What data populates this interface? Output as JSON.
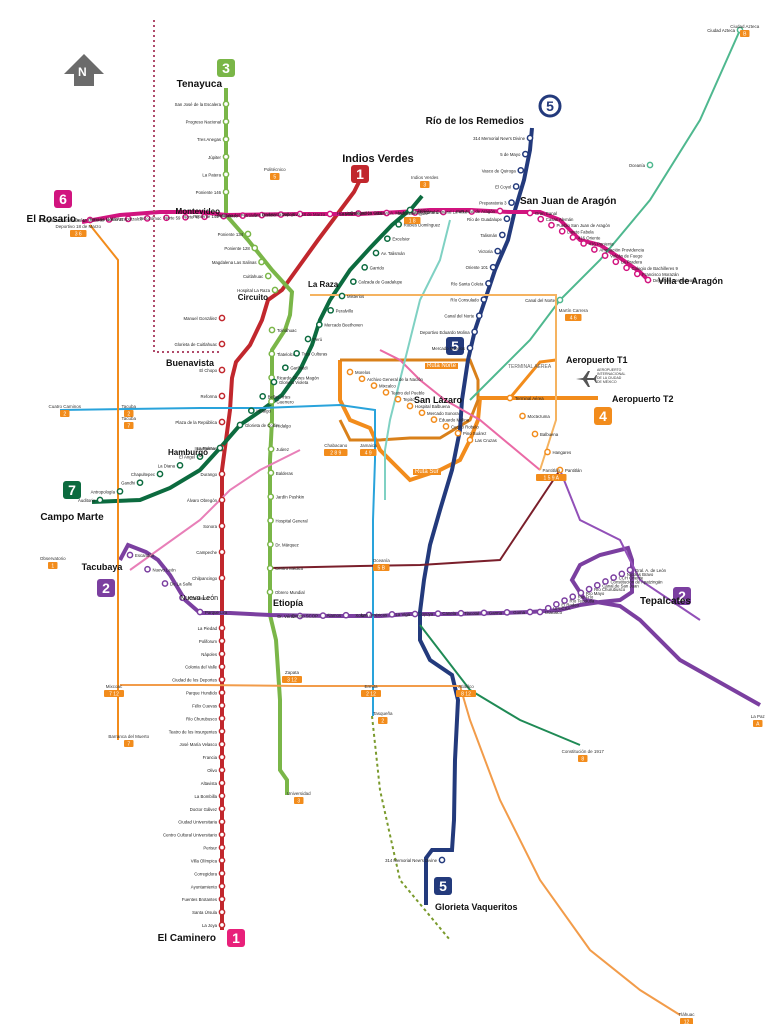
{
  "north_label": "N",
  "lines": [
    {
      "badge": "1",
      "color": "#e8207a"
    },
    {
      "badge": "2",
      "color": "#7b3fa0"
    },
    {
      "badge": "3",
      "color": "#7ab648"
    },
    {
      "badge": "4",
      "color": "#f28c1c"
    },
    {
      "badge": "5",
      "color": "#233a7c"
    },
    {
      "badge": "6",
      "color": "#d1147f"
    },
    {
      "badge": "7",
      "color": "#0c6b3f"
    },
    {
      "badge": "1",
      "color": "#c1272d"
    }
  ],
  "terminals": {
    "tenayuca": "Tenayuca",
    "rio_remedios": "Río de los Remedios",
    "el_rosario": "El Rosario",
    "indios_verdes": "Indios Verdes",
    "san_juan_aragon": "San Juan de Aragón",
    "villa_aragon": "Villa de Aragón",
    "campo_marte": "Campo Marte",
    "tacubaya": "Tacubaya",
    "tepalcates": "Tepalcates",
    "aeropuerto_t1": "Aeropuerto T1",
    "aeropuerto_t2": "Aeropuerto T2",
    "glorieta_vaqueritos": "Glorieta Vaqueritos",
    "el_caminero": "El Caminero",
    "buenavista": "Buenavista",
    "san_lazaro": "San Lázaro",
    "hamburgo": "Hamburgo",
    "etiopia": "Etiopía",
    "nuevo_leon": "Nuevo León",
    "circuito": "Circuito",
    "la_raza": "La Raza",
    "montevideo": "Montevideo"
  },
  "stations": {
    "l3_north": [
      "San José de la Escalera",
      "Progreso Nacional",
      "Tres Anegas",
      "Júpiter",
      "La Patera",
      "Poniente 146",
      "Poniente 134",
      "Poniente 128",
      "Magdalena Las Salinas",
      "Cuitlahuac",
      "Hospital La Raza"
    ],
    "l3_mid": [
      "Tolnáhuac",
      "Tlatelolco",
      "Ricardo Flores Magón",
      "Guerrero",
      "Hidalgo",
      "Juárez",
      "Balderas",
      "Jardín Pushkin",
      "Hospital General",
      "Dr. Márquez",
      "Centro Médico",
      "Obrero Mundial"
    ],
    "l1_south": [
      "La Piedad",
      "Poliforum",
      "Nápoles",
      "Colonia del Valle",
      "Ciudad de los Deportes",
      "Parque Hundido",
      "Félix Cuevas",
      "Río Churubusco",
      "Teatro de los Insurgentes",
      "José María Velasco",
      "Francia",
      "Olivo",
      "Altavista",
      "La Bombilla",
      "Doctor Gálvez",
      "Ciudad Universitaria",
      "Centro Cultural Universitario",
      "Perisur",
      "Villa Olímpica",
      "Corregidora",
      "Ayuntamiento",
      "Fuentes Brotantes",
      "Santa Úrsula",
      "La Joya"
    ],
    "l1_north": [
      "Manuel González",
      "Glorieta de Cuitlahuac",
      "El Chopo",
      "Reforma",
      "Plaza de la República",
      "Insurgentes",
      "Durango",
      "Álvaro Obregón",
      "Sonora",
      "Campeche",
      "Chilpancingo"
    ],
    "l5_north": [
      "314 Memorial New's Divine",
      "5 de Mayo",
      "Vasco de Quiroga",
      "El Coyol",
      "Preparatoria 3",
      "Río de Guadalupe",
      "Talismán",
      "Victoria",
      "Oriente 101",
      "Río Santa Coleta",
      "Río Consulado",
      "Canal del Norte",
      "Deportivo Eduardo Molina",
      "Mercado Morelos"
    ],
    "l4": [
      "Morelos",
      "Archivo General de la Nación",
      "Mixcalco",
      "Teatro del Pueblo",
      "Tepito",
      "Hospital Balbuena",
      "Mercado Sonora",
      "Eduardo Molina",
      "Cecilio Robelo",
      "Pino Suárez",
      "Las Cruzas"
    ],
    "l2": [
      "Escandón",
      "Nuevo León",
      "De La Salle",
      "Patriotismo",
      "Parque Lira",
      "Dr. Vértiz",
      "Centro SCOP",
      "Álamos",
      "Xola",
      "Las Américas",
      "La Viga",
      "Coyuya",
      "Canela",
      "Tlacotal",
      "Garma",
      "Goma",
      "Iztacalco",
      "UPIICSA",
      "El Rodeo",
      "Río Tecolutla",
      "Río Frío",
      "Río Mayo",
      "Río Churubusco",
      "Canal de San Juan",
      "Constitución de Apatzingán",
      "CCH Oriente",
      "Nicolás Bravo",
      "Gral. A. de León"
    ],
    "l6": [
      "Colegio de Bachilleres 1",
      "De las Culturas",
      "Ferrería Nosotros",
      "UAM Azcapotzalco",
      "Tezozómoc",
      "Norte 59",
      "Norte 45",
      "Poniente 146",
      "Politécnico",
      "Instituto del Petróleo",
      "San Bartolo",
      "Lindavista Vallejo",
      "Deportivo 18 de Marzo",
      "La Villa",
      "Hospital Infantil La Villa",
      "Delegación Gustavo A. Madero",
      "Martín Carrera",
      "Hospital General La Villa",
      "San Juan de Aragón",
      "Gran Canal",
      "Casas Alemán",
      "Pueblo San Juan de Aragón",
      "Loreto Fabela",
      "416 Oriente",
      "416 Poniente",
      "Ampliación Providencia",
      "Volcán de Fuego",
      "La Pradera",
      "Colegio de Bachilleres 9",
      "Francisco Morazán",
      "Deportivo Los Galeana"
    ],
    "l7": [
      "Auditorio",
      "Antropología",
      "Gandhi",
      "Chapultepec",
      "La Diana",
      "El Ángel",
      "La Palma",
      "Glorieta de Colón",
      "Hidalgo",
      "Bellas Artes",
      "Glorieta Violeta",
      "Garibaldi",
      "Tres Culturas",
      "Perú",
      "Mercado Beethoven",
      "Peralvillo",
      "Misterios",
      "Calzada de Guadalupe",
      "Garrido",
      "Av. Talismán",
      "Excelsior",
      "Robles Domínguez",
      "Chemo"
    ],
    "airport_l4": [
      "Terminal Aérea",
      "Moctezuma",
      "Balbuena",
      "Hangares",
      "Pantitlán"
    ],
    "right_upper": [
      "Ciudad Azteca",
      "Oceanía",
      "Canal del Norte"
    ]
  },
  "route_labels": [
    "Ruta Norte",
    "Ruta Sur"
  ],
  "connections": [
    {
      "label": "Ciudad Azteca",
      "code": "B"
    },
    {
      "label": "Cuatro Caminos",
      "code": "2"
    },
    {
      "label": "Tacuba",
      "code": "2"
    },
    {
      "label": "Tacuba",
      "code": "7"
    },
    {
      "label": "Observatorio",
      "code": "1"
    },
    {
      "label": "Mixcoac",
      "code": "7 12"
    },
    {
      "label": "Barranca del Muerto",
      "code": "7"
    },
    {
      "label": "Universidad",
      "code": "3"
    },
    {
      "label": "Zapata",
      "code": "3 12"
    },
    {
      "label": "Ermita",
      "code": "2 12"
    },
    {
      "label": "Tasqueña",
      "code": "2"
    },
    {
      "label": "Atlalilco",
      "code": "8 12"
    },
    {
      "label": "Constitución de 1917",
      "code": "8"
    },
    {
      "label": "Tláhuac",
      "code": "12"
    },
    {
      "label": "La Paz",
      "code": "A"
    },
    {
      "label": "Pantitlán",
      "code": "1 5 9 A"
    },
    {
      "label": "Politécnico",
      "code": "5"
    },
    {
      "label": "Indios Verdes",
      "code": "3"
    },
    {
      "label": "Martín Carrera",
      "code": "4 6"
    },
    {
      "label": "Oceanía",
      "code": "5 B"
    },
    {
      "label": "Jamaica",
      "code": "4 9"
    },
    {
      "label": "Chabacano",
      "code": "2 8 9"
    },
    {
      "label": "Salto del Agua",
      "code": "1 8"
    },
    {
      "label": "Deportivo 18 de Marzo",
      "code": "3 6"
    },
    {
      "label": "El Rosario",
      "code": "6 7"
    }
  ],
  "airport_icon_caption": [
    "AEROPUERTO",
    "INTERNACIONAL",
    "DE LA CIUDAD",
    "DE MÉXICO"
  ],
  "airport_icon": "airplane-icon",
  "terminal_aerea_label": "TERMINAL AÉREA"
}
